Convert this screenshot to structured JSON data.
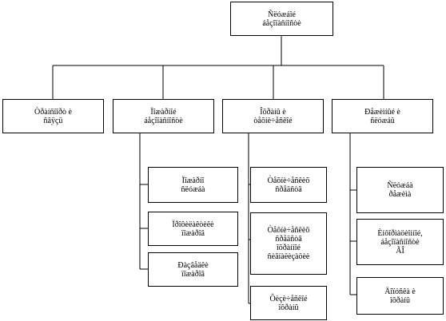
{
  "diagram": {
    "root": [
      "Ñëóæáîé",
      "áåçîïàñíîñòè"
    ],
    "departments": [
      {
        "lines": [
          "Òðàíñïîðò è",
          "ñâÿçü"
        ]
      },
      {
        "lines": [
          "Ïîæàðíîé",
          "áåçîïàñíîñòè"
        ]
      },
      {
        "lines": [
          "Îõðàíû è",
          "òåõíè÷åñêîé"
        ]
      },
      {
        "lines": [
          "Ðåæèìíûé è",
          "ñëóæáû"
        ]
      }
    ],
    "dept2_units": [
      {
        "lines": [
          "Ïîæàðíî",
          "ñëóæáà"
        ]
      },
      {
        "lines": [
          "Ïðîôèëàêòèêè",
          "ïîæàðîâ"
        ]
      },
      {
        "lines": [
          "Ðàçâåäêè",
          "ïîæàðîâ"
        ]
      }
    ],
    "dept3_units": [
      {
        "lines": [
          "Òåõíè÷åñêèõ",
          "ñðåäñòâ"
        ]
      },
      {
        "lines": [
          "Òåõíè÷åñêèõ",
          "ñðåäñòâ",
          "îõðàííîé",
          "ñèãíàëèçàöèè"
        ]
      },
      {
        "lines": [
          "Ôèçè÷åñêîé",
          "îõðàíû"
        ]
      }
    ],
    "dept4_units": [
      {
        "lines": [
          "Ñëóæáà",
          "ðåæèìà"
        ]
      },
      {
        "lines": [
          "Èíôîðìàöèîííîé,",
          "áåçîïàñíîñòè",
          "ÃÎ"
        ]
      },
      {
        "lines": [
          "Äîïóñêà è",
          "îõðàíû"
        ]
      }
    ]
  }
}
